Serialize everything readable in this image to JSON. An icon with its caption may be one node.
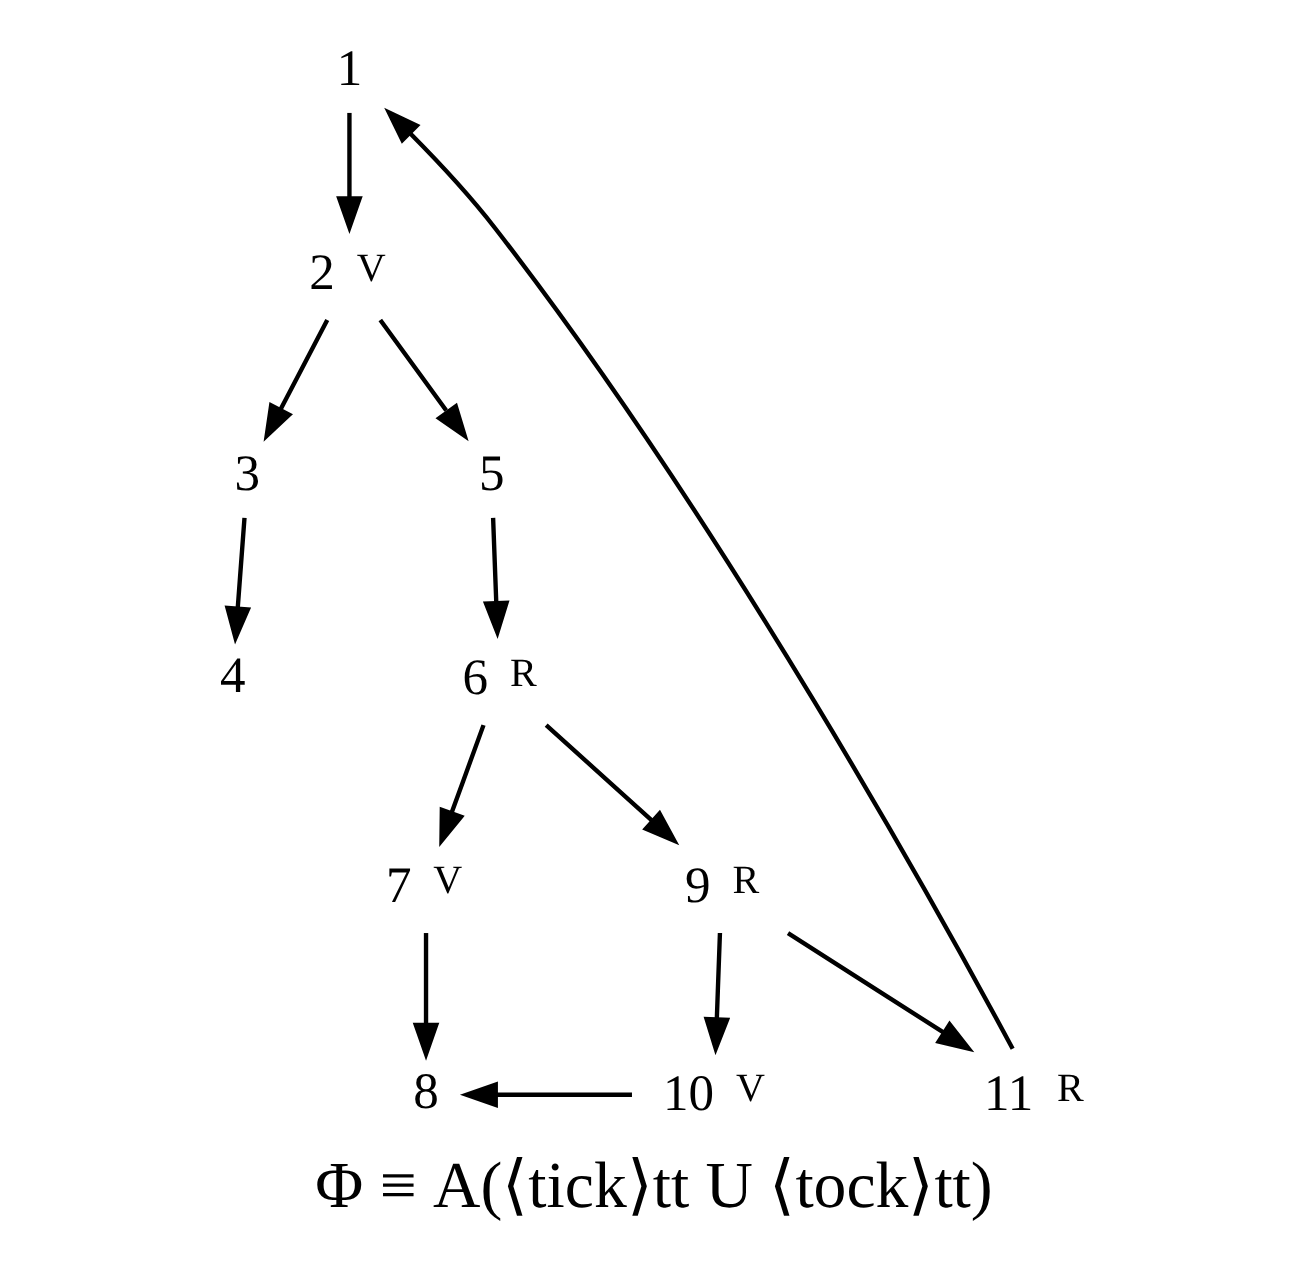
{
  "diagram": {
    "caption": "Φ ≡ A(⟨tick⟩tt U ⟨tock⟩tt)",
    "nodes": [
      {
        "text": [
          "1"
        ]
      },
      {
        "text": [
          "2"
        ],
        "beside": [
          "V"
        ]
      },
      {
        "text": [
          "3"
        ]
      },
      {
        "text": [
          "4"
        ]
      },
      {
        "text": [
          "5"
        ]
      },
      {
        "text": [
          "6"
        ],
        "beside": [
          "R"
        ]
      },
      {
        "text": [
          "7"
        ],
        "beside": [
          "V"
        ]
      },
      {
        "text": [
          "8"
        ]
      },
      {
        "text": [
          "9"
        ],
        "beside": [
          "R"
        ]
      },
      {
        "text": [
          "10"
        ],
        "beside": [
          "V"
        ]
      },
      {
        "text": [
          "11"
        ],
        "beside": [
          "R"
        ]
      }
    ],
    "edges": [
      {
        "from": 0,
        "to": 1,
        "arrow": "to"
      },
      {
        "from": 1,
        "to": 2,
        "arrow": "to"
      },
      {
        "from": 1,
        "to": 4,
        "arrow": "to"
      },
      {
        "from": 2,
        "to": 3,
        "arrow": "to"
      },
      {
        "from": 4,
        "to": 5,
        "arrow": "to"
      },
      {
        "from": 5,
        "to": 6,
        "arrow": "to"
      },
      {
        "from": 5,
        "to": 8,
        "arrow": "to"
      },
      {
        "from": 6,
        "to": 7,
        "arrow": "to"
      },
      {
        "from": 8,
        "to": 9,
        "arrow": "to"
      },
      {
        "from": 8,
        "to": 10,
        "arrow": "to"
      },
      {
        "from": 9,
        "to": 7,
        "arrow": "to"
      },
      {
        "from": 10,
        "to": 0,
        "arrow": "to"
      }
    ]
  }
}
